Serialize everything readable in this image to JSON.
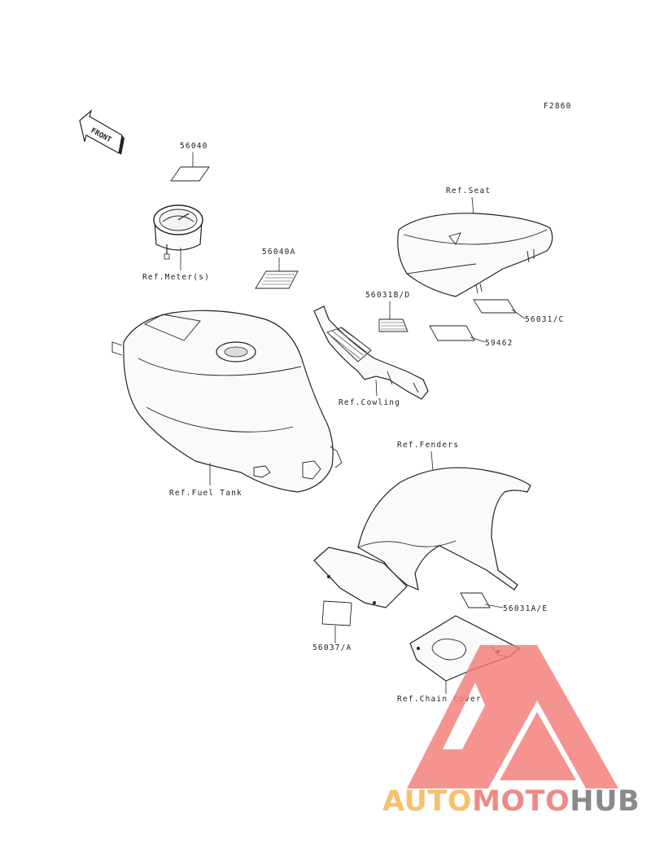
{
  "figure_code": "F2860",
  "front_arrow": "FRONT",
  "parts": {
    "decal_56040": "56040",
    "meter_ref": "Ref.Meter(s)",
    "decal_56040a": "56040A",
    "seat_ref": "Ref.Seat",
    "decal_56031bd": "56031B/D",
    "decal_56031c": "56031/C",
    "decal_59462": "59462",
    "cowling_ref": "Ref.Cowling",
    "fuel_tank_ref": "Ref.Fuel Tank",
    "fenders_ref": "Ref.Fenders",
    "decal_56031ae": "56031A/E",
    "decal_56037a": "56037/A",
    "chain_cover_ref": "Ref.Chain Cover"
  },
  "watermark": {
    "part1": "AUTO",
    "part2": "MOTO",
    "part3": "HUB",
    "colors": {
      "auto": "#f5c16c",
      "moto": "#f08a86",
      "hub": "#8a8a8a",
      "logo": "#f27b78"
    }
  }
}
